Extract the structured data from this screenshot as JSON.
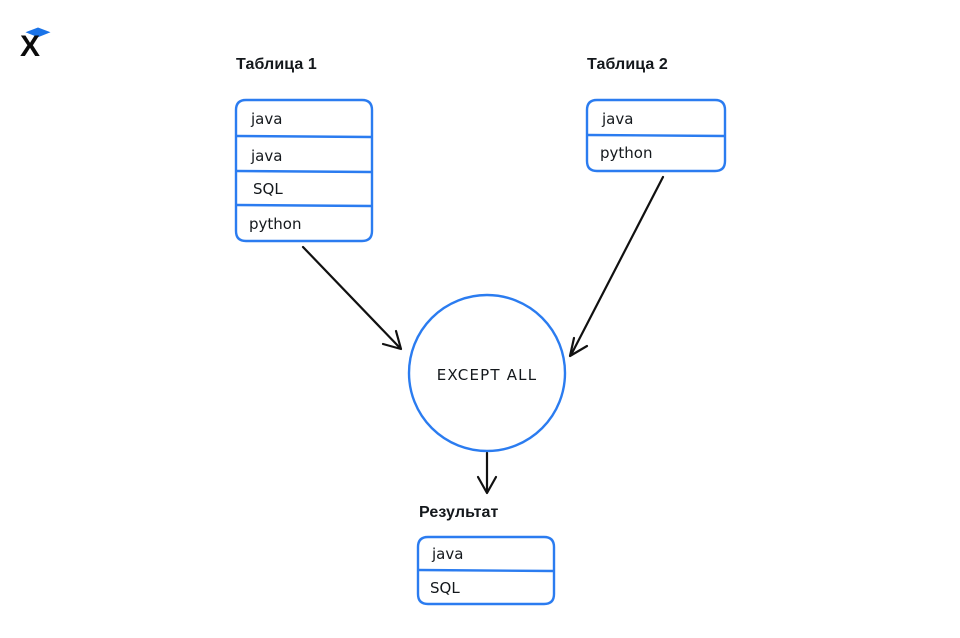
{
  "logo": {
    "letter": "X",
    "shape_name": "blue-diamond",
    "colors": {
      "diamond": "#1a73e8",
      "letter": "#0b0b0b"
    }
  },
  "theme": {
    "blue": "#2b7cf0",
    "ink": "#14181c",
    "arrow": "#111111",
    "background": "#ffffff"
  },
  "diagram": {
    "type": "set-operation-flow",
    "operation": "EXCEPT ALL",
    "inputs": [
      {
        "id": "table1",
        "heading": "Таблица 1",
        "rows": [
          "java",
          "java",
          "SQL",
          "python"
        ]
      },
      {
        "id": "table2",
        "heading": "Таблица 2",
        "rows": [
          "java",
          "python"
        ]
      }
    ],
    "operator": {
      "id": "operator-node",
      "label": "EXCEPT ALL"
    },
    "output": {
      "id": "result",
      "heading": "Результат",
      "rows": [
        "java",
        "SQL"
      ]
    },
    "arrows": [
      {
        "name": "arrow-table1-to-operator",
        "from": "table1",
        "to": "operator-node"
      },
      {
        "name": "arrow-table2-to-operator",
        "from": "table2",
        "to": "operator-node"
      },
      {
        "name": "arrow-operator-to-result",
        "from": "operator-node",
        "to": "result"
      }
    ]
  }
}
